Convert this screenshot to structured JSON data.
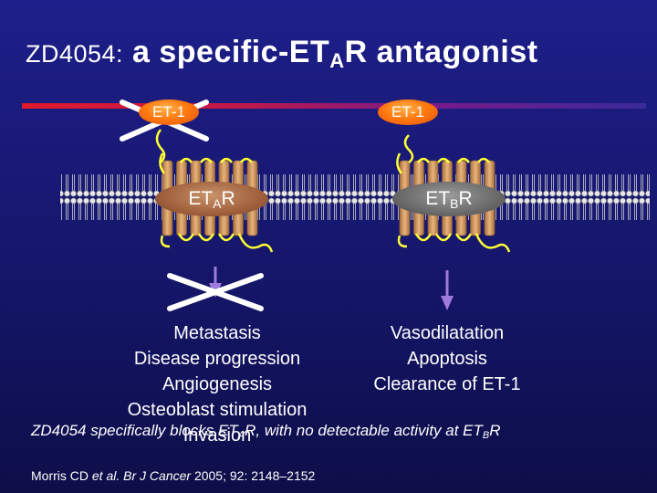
{
  "title": {
    "prefix": "ZD4054:",
    "main": " a specific-ET",
    "sub": "A",
    "suffix": "R antagonist"
  },
  "ligands": {
    "left_label": "ET-1",
    "right_label": "ET-1"
  },
  "receptors": {
    "a": {
      "base": "ET",
      "sub": "A",
      "suffix": "R"
    },
    "b": {
      "base": "ET",
      "sub": "B",
      "suffix": "R"
    }
  },
  "effects_a": [
    "Metastasis",
    "Disease progression",
    "Angiogenesis",
    "Osteoblast stimulation",
    "Invasion"
  ],
  "effects_b": [
    "Vasodilatation",
    "Apoptosis",
    "Clearance of ET-1"
  ],
  "note": {
    "part1": "ZD4054 specifically blocks ET",
    "sub1": "A",
    "part2": "R, with no detectable activity at ET",
    "sub2": "B",
    "part3": "R"
  },
  "citation": {
    "authors": "Morris CD ",
    "etal": "et al.",
    "journal": " Br J Cancer",
    "details": " 2005; 92: 2148–2152"
  },
  "colors": {
    "background": "#1a1b7a",
    "ligand": "#ff7a10",
    "receptor_a": "#a0603d",
    "receptor_b": "#6a6a6a",
    "loops": "#ffff33",
    "helix": "#d4a06a",
    "arrow": "#a07adc",
    "cross": "#ffffff"
  }
}
